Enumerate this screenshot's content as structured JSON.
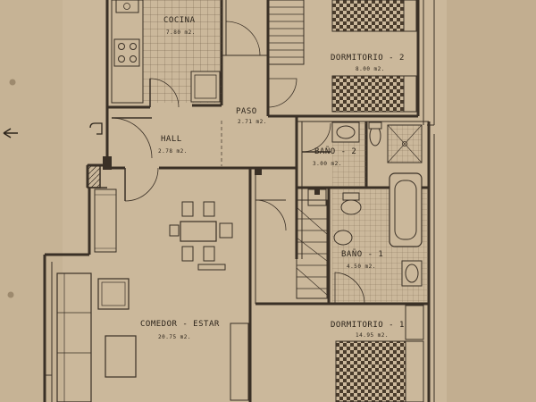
{
  "rooms": {
    "cocina": {
      "name": "COCINA",
      "area": "7.80 m2."
    },
    "dorm2": {
      "name": "DORMITORIO - 2",
      "area": "8.00 m2."
    },
    "paso": {
      "name": "PASO",
      "area": "2.71 m2."
    },
    "hall": {
      "name": "HALL",
      "area": "2.78 m2."
    },
    "bano2": {
      "name": "BAÑO - 2",
      "area": "3.00 m2."
    },
    "bano1": {
      "name": "BAÑO - 1",
      "area": "4.50 m2."
    },
    "comedor": {
      "name": "COMEDOR - ESTAR",
      "area": "20.75 m2."
    },
    "dorm1": {
      "name": "DORMITORIO - 1",
      "area": "14.95 m2."
    }
  },
  "colors": {
    "paper": "#cbb89b",
    "ink": "#2c241b",
    "wall": "#3a3026"
  }
}
